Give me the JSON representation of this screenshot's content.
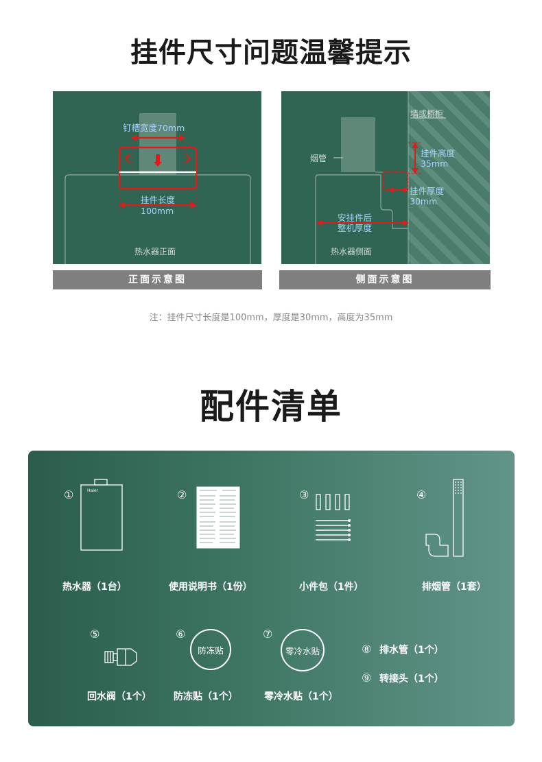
{
  "heading_tips": "挂件尺寸问题温馨提示",
  "front": {
    "slot_width": "钉槽宽度70mm",
    "hanger_length": "挂件长度",
    "hanger_length_value": "100mm",
    "heater_front": "热水器正面",
    "caption": "正面示意图"
  },
  "side": {
    "wall": "墙或橱柜",
    "flue": "烟管",
    "hanger_height": "挂件高度",
    "hanger_height_value": "35mm",
    "hanger_thickness": "挂件厚度",
    "hanger_thickness_value": "30mm",
    "installed_thickness_1": "安挂件后",
    "installed_thickness_2": "整机厚度",
    "heater_side": "热水器侧面",
    "caption": "侧面示意图"
  },
  "note": "注：挂件尺寸长度是100mm，厚度是30mm，高度为35mm",
  "heading_accessories": "配件清单",
  "accessories": [
    {
      "num": "①",
      "label": "热水器（1台）",
      "brand": "Haier"
    },
    {
      "num": "②",
      "label": "使用说明书（1份）"
    },
    {
      "num": "③",
      "label": "小件包（1件）"
    },
    {
      "num": "④",
      "label": "排烟管（1套）"
    },
    {
      "num": "⑤",
      "label": "回水阀（1个）"
    },
    {
      "num": "⑥",
      "label": "防冻贴（1个）",
      "badge": "防冻贴"
    },
    {
      "num": "⑦",
      "label": "零冷水贴（1个）",
      "badge": "零冷水贴"
    },
    {
      "num": "⑧",
      "label": "排水管（1个）"
    },
    {
      "num": "⑨",
      "label": "转接头（1个）"
    }
  ],
  "colors": {
    "panel_green": "#2f6552",
    "dimension_red": "#e31a1a",
    "dimension_text_blue": "#a9d3ff",
    "caption_gray": "#7f7f7f"
  }
}
